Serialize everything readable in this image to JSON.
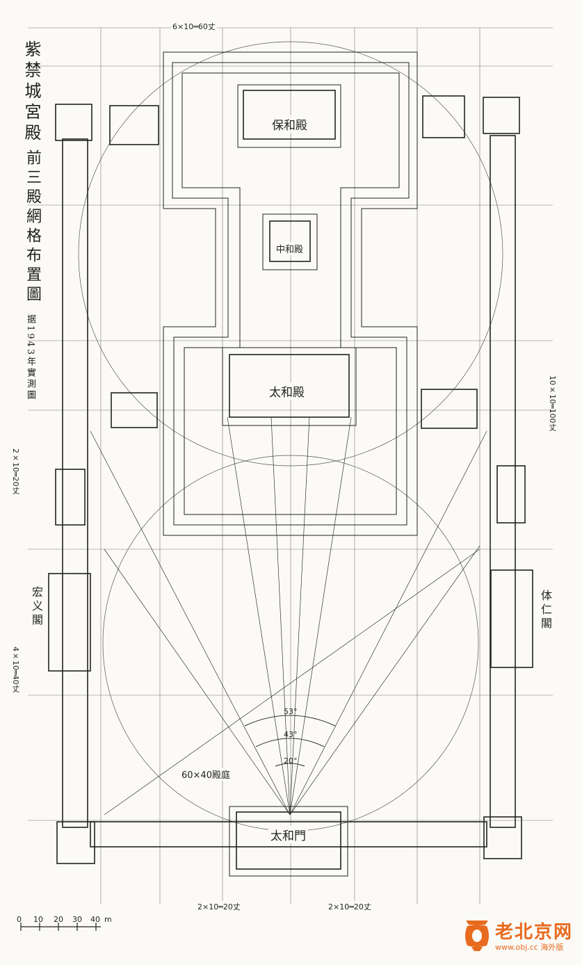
{
  "title": {
    "main": "紫禁城宮殿",
    "sub": "前三殿網格布置圖",
    "source": "据1943年實測圖"
  },
  "halls": {
    "baohe": "保和殿",
    "zhonghe": "中和殿",
    "taihe": "太和殿",
    "taihemen": "太和門",
    "hongyi": "宏义閣",
    "tiren": "体仁閣"
  },
  "dimensions": {
    "top": "6×10═60丈",
    "right": "10×10═100丈",
    "left_upper": "2×10═20丈",
    "left_lower": "4×10═40丈",
    "bottom_left": "2×10═20丈",
    "bottom_right": "2×10═20丈"
  },
  "angles": {
    "a1": "53°",
    "a2": "43°",
    "a3": "20°"
  },
  "courtyard": "60×40殿庭",
  "scale": {
    "ticks": [
      "0",
      "10",
      "20",
      "30",
      "40"
    ],
    "unit": "m"
  },
  "watermark": {
    "name": "老北京网",
    "url": "www.obj.cc",
    "tag": "海外版"
  },
  "colors": {
    "ink": "#1d1d1d",
    "paper": "#fbfaf6",
    "brand": "#e86a1e"
  }
}
